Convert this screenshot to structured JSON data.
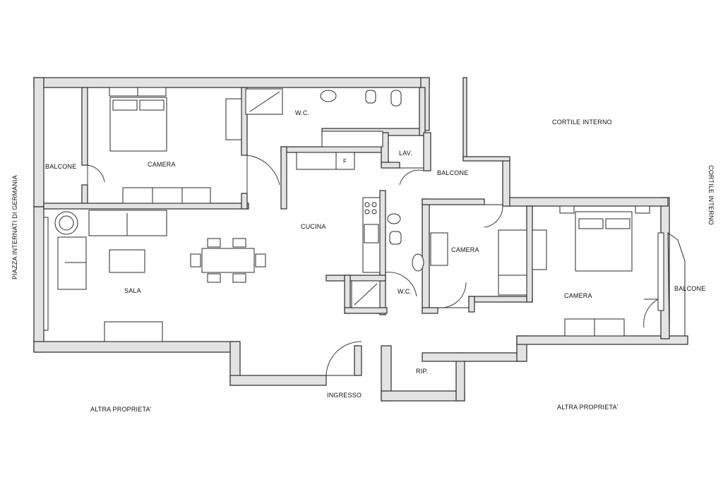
{
  "rooms": {
    "balcone_left": "BALCONE",
    "camera_top": "CAMERA",
    "wc_top": "W.C.",
    "lav": "LAV.",
    "balcone_mid": "BALCONE",
    "cucina": "CUCINA",
    "sala": "SALA",
    "camera_mid": "CAMERA",
    "camera_right": "CAMERA",
    "balcone_right": "BALCONE",
    "wc_bottom": "W.C.",
    "rip": "RIP.",
    "ingresso": "INGRESSO"
  },
  "surroundings": {
    "cortile_interno_top": "CORTILE INTERNO",
    "cortile_interno_side": "CORTILE INTERNO",
    "piazza": "PIAZZA INTERNATI DI GERMANIA",
    "altra_proprieta_left": "ALTRA PROPRIETA'",
    "altra_proprieta_right": "ALTRA PROPRIETA'"
  },
  "fixtures": {
    "fridge_letter": "F"
  }
}
